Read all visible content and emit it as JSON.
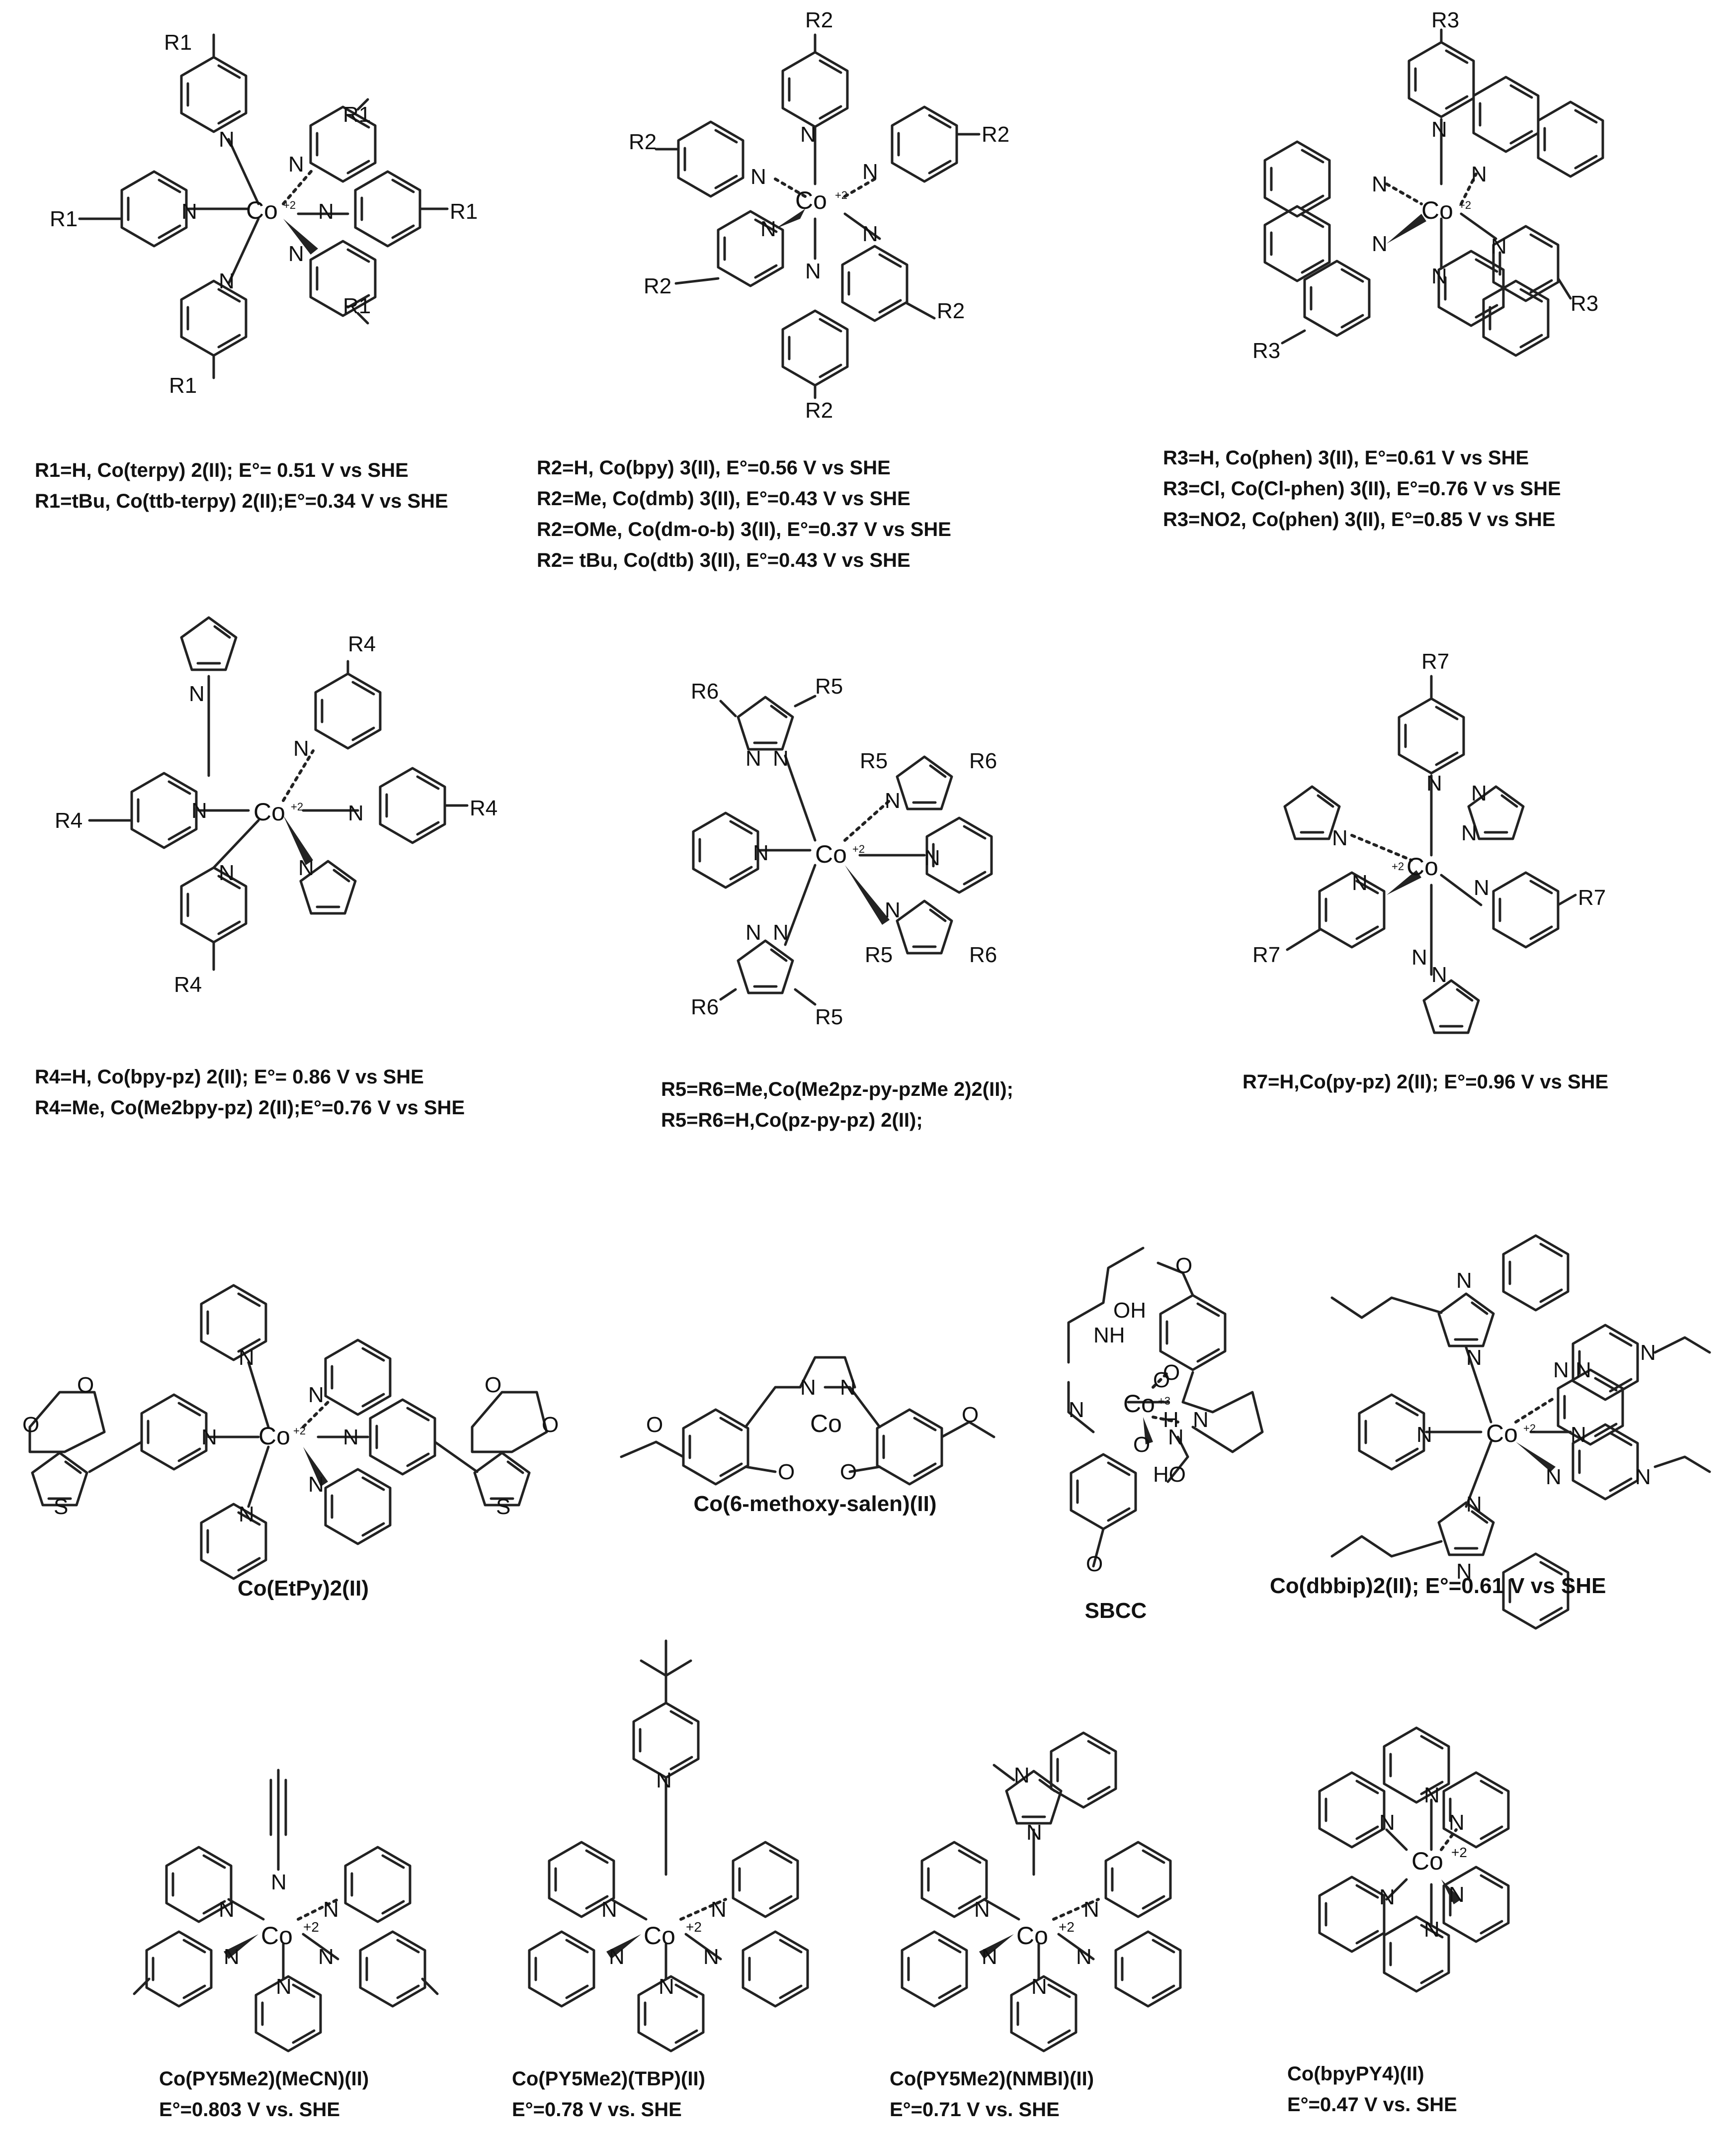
{
  "complexes": [
    {
      "id": "terpy",
      "lines": [
        "R1=H, Co(terpy) 2(II); E°= 0.51 V vs SHE",
        "R1=tBu, Co(ttb-terpy) 2(II);E°=0.34 V vs SHE"
      ]
    },
    {
      "id": "bpy",
      "lines": [
        "R2=H, Co(bpy) 3(II), E°=0.56 V vs SHE",
        "R2=Me, Co(dmb) 3(II), E°=0.43 V vs SHE",
        "R2=OMe, Co(dm-o-b) 3(II), E°=0.37 V vs SHE",
        "R2= tBu, Co(dtb) 3(II), E°=0.43 V vs SHE"
      ]
    },
    {
      "id": "phen",
      "lines": [
        "R3=H, Co(phen) 3(II), E°=0.61 V vs SHE",
        "R3=Cl,  Co(Cl-phen) 3(II), E°=0.76 V vs SHE",
        "R3=NO2, Co(phen) 3(II), E°=0.85 V vs SHE"
      ]
    },
    {
      "id": "bpy-pz",
      "lines": [
        "R4=H, Co(bpy-pz) 2(II); E°= 0.86 V vs SHE",
        "R4=Me, Co(Me2bpy-pz) 2(II);E°=0.76 V vs SHE"
      ]
    },
    {
      "id": "pz-py-pz",
      "lines": [
        "R5=R6=Me,Co(Me2pz-py-pzMe 2)2(II);",
        "R5=R6=H,Co(pz-py-pz) 2(II);"
      ]
    },
    {
      "id": "py-pz",
      "lines": [
        "R7=H,Co(py-pz) 2(II); E°=0.96 V vs SHE"
      ]
    },
    {
      "id": "etpy",
      "lines": [
        "Co(EtPy)2(II)"
      ]
    },
    {
      "id": "salen",
      "lines": [
        "Co(6-methoxy-salen)(II)"
      ]
    },
    {
      "id": "sbcc",
      "lines": [
        "SBCC"
      ]
    },
    {
      "id": "dbbip",
      "lines": [
        "Co(dbbip)2(II);  E°=0.61 V vs SHE"
      ]
    },
    {
      "id": "py5-mecn",
      "lines": [
        "Co(PY5Me2)(MeCN)(II)",
        "E°=0.803 V vs. SHE"
      ]
    },
    {
      "id": "py5-tbp",
      "lines": [
        "Co(PY5Me2)(TBP)(II)",
        "E°=0.78 V vs. SHE"
      ]
    },
    {
      "id": "py5-nmbi",
      "lines": [
        "Co(PY5Me2)(NMBI)(II)",
        "E°=0.71 V vs. SHE"
      ]
    },
    {
      "id": "bpypy4",
      "lines": [
        "Co(bpyPY4)(II)",
        "E°=0.47 V vs. SHE"
      ]
    }
  ],
  "labels": {
    "co": "Co",
    "ox2": "+2",
    "ox3": "+3",
    "n": "N",
    "o": "O",
    "s": "S",
    "nh": "NH",
    "h": "H",
    "oh": "OH",
    "ho": "HO",
    "r1": "R1",
    "r2": "R2",
    "r3": "R3",
    "r4": "R4",
    "r5": "R5",
    "r6": "R6",
    "r7": "R7"
  }
}
